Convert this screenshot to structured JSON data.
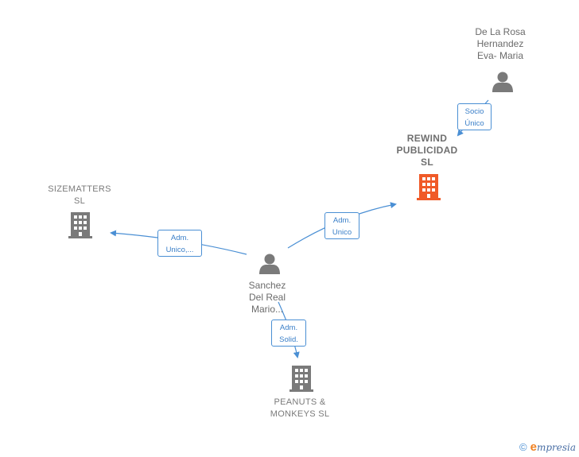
{
  "nodes": {
    "de_la_rosa": {
      "label": "De La Rosa\nHernandez\nEva- Maria",
      "kind": "person"
    },
    "rewind": {
      "label": "REWIND\nPUBLICIDAD\nSL",
      "kind": "company",
      "highlight": true
    },
    "sizematters": {
      "label": "SIZEMATTERS\nSL",
      "kind": "company"
    },
    "sanchez": {
      "label": "Sanchez\nDel Real\nMario...",
      "kind": "person"
    },
    "peanuts": {
      "label": "PEANUTS &\nMONKEYS  SL",
      "kind": "company"
    }
  },
  "edges": {
    "socio": {
      "label": "Socio\nÚnico",
      "from": "De La Rosa Hernandez Eva- Maria",
      "to": "REWIND PUBLICIDAD SL"
    },
    "adm_unico_rewind": {
      "label": "Adm.\nUnico",
      "from": "Sanchez Del Real Mario...",
      "to": "REWIND PUBLICIDAD SL"
    },
    "adm_unico_size": {
      "label": "Adm.\nUnico,...",
      "from": "Sanchez Del Real Mario...",
      "to": "SIZEMATTERS SL"
    },
    "adm_solid": {
      "label": "Adm.\nSolid.",
      "from": "Sanchez Del Real Mario...",
      "to": "PEANUTS & MONKEYS  SL"
    }
  },
  "colors": {
    "edge": "#4a8fd4",
    "icon_gray": "#7a7a7a",
    "icon_highlight": "#f05a28"
  },
  "footer": {
    "copyright": "©",
    "brand_initial": "e",
    "brand_rest": "mpresia"
  }
}
